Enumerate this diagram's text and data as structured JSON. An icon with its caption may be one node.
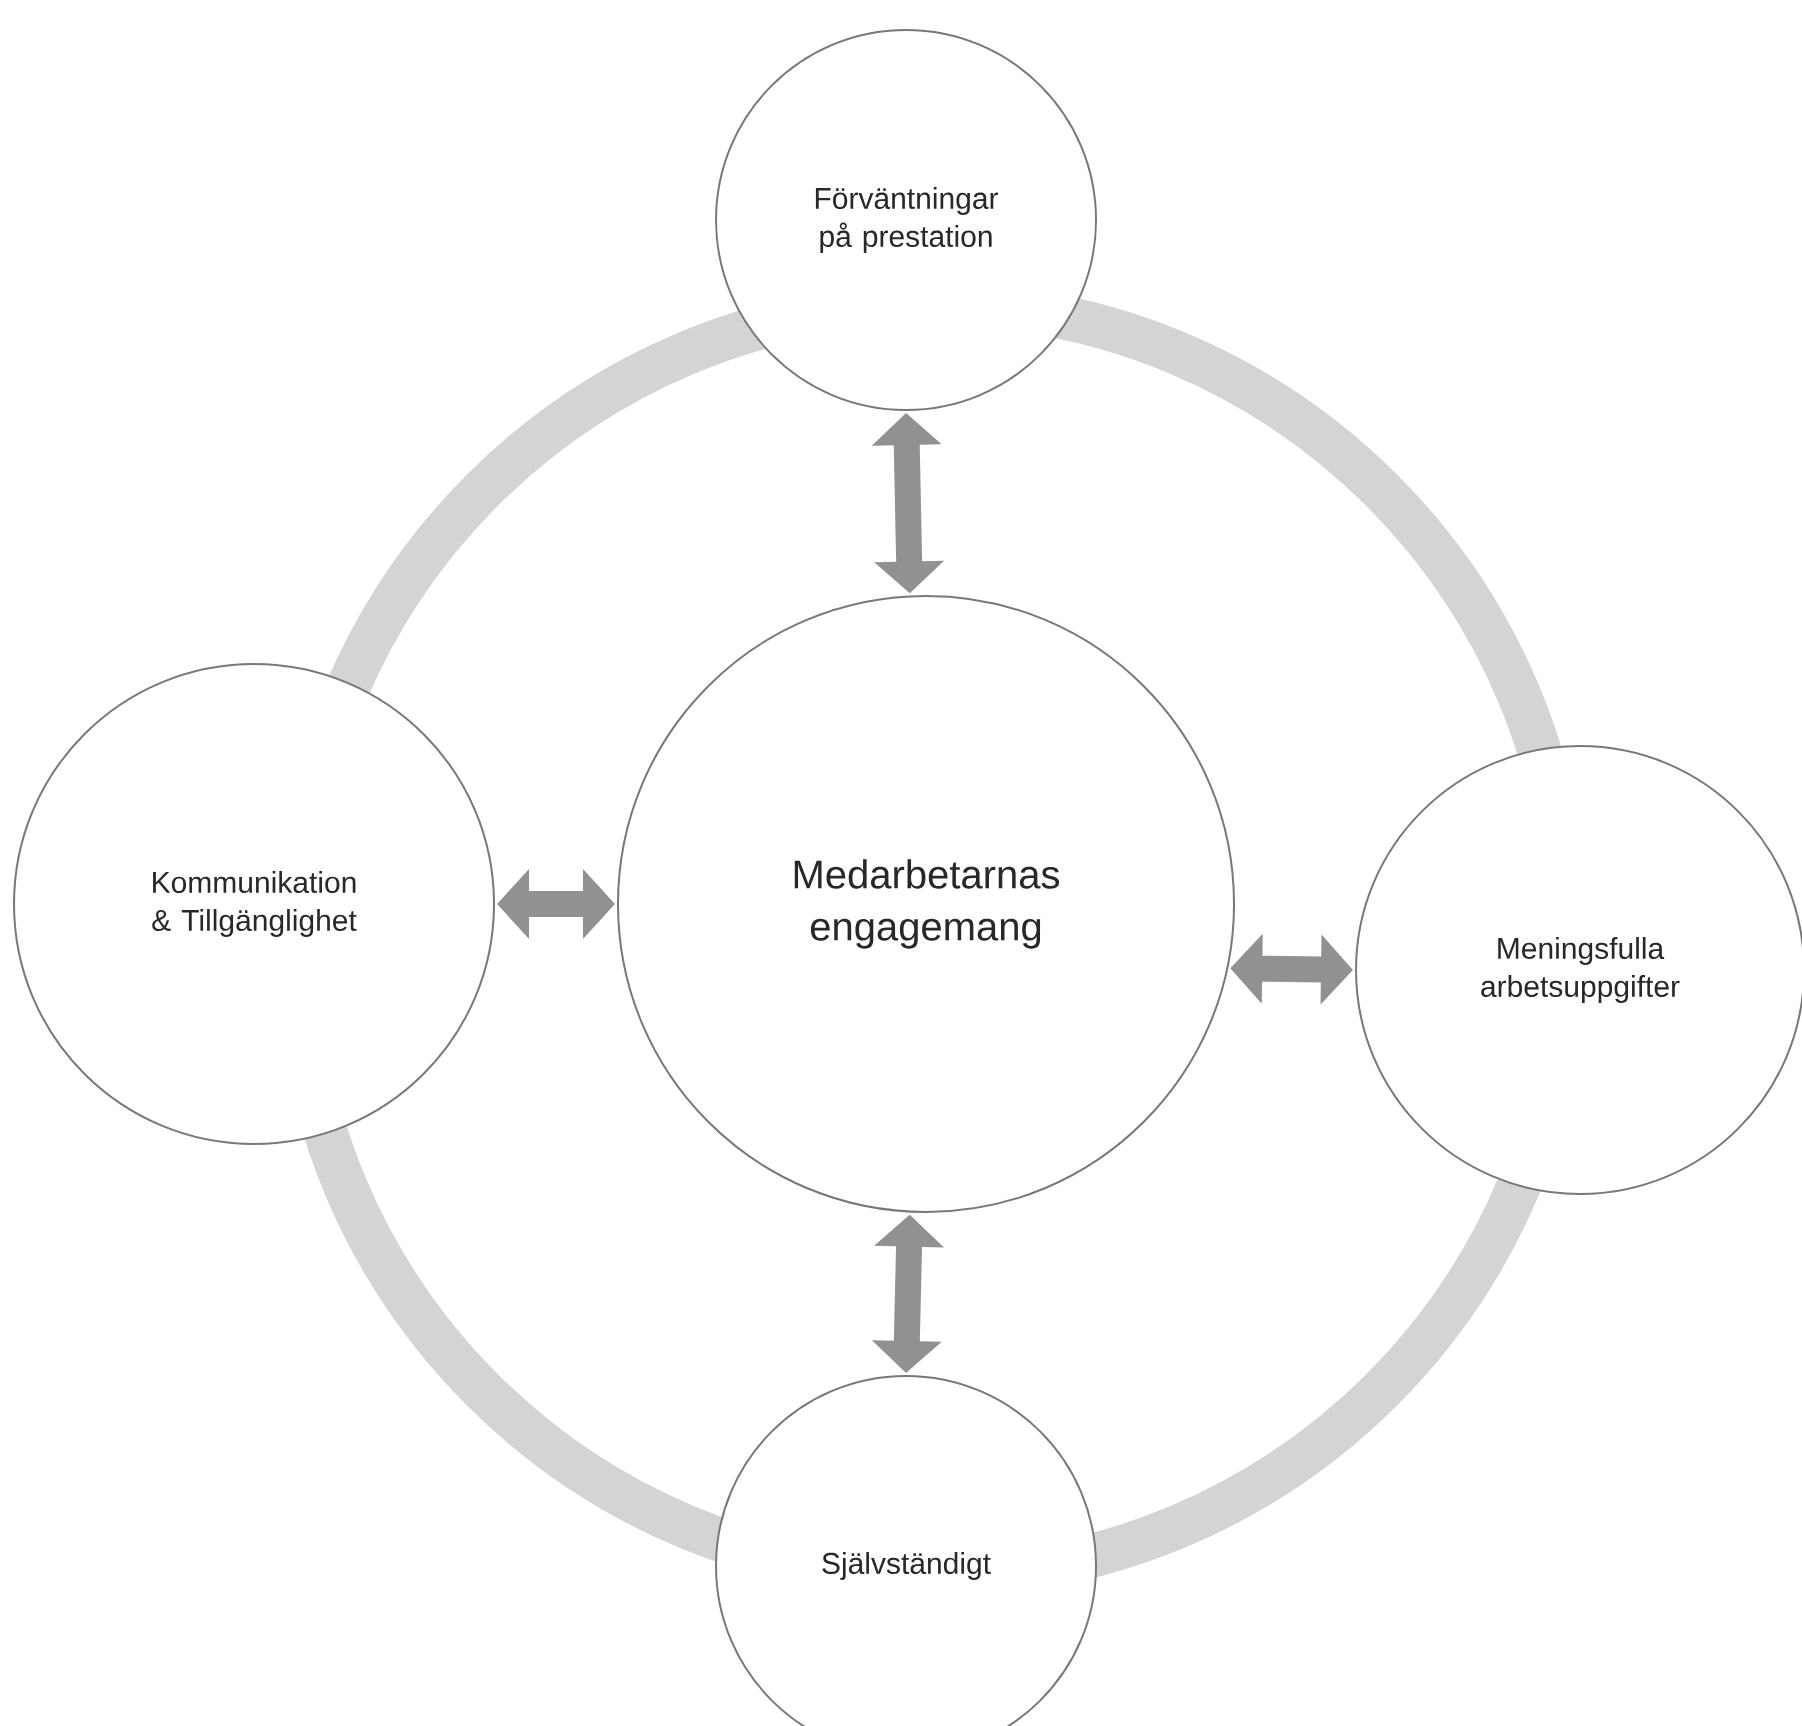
{
  "diagram": {
    "nodes": [
      {
        "text": [
          "Förväntningar på prestation"
        ]
      },
      {
        "text": [
          "Kommunikation & Tillgänglighet"
        ]
      },
      {
        "text": [
          "Medarbetarnas engagemang"
        ]
      },
      {
        "text": [
          "Meningsfulla arbetsuppgifter"
        ]
      },
      {
        "text": [
          "Självständigt"
        ]
      }
    ],
    "edges": [
      {
        "from": 2,
        "to": 0,
        "arrow": "both"
      },
      {
        "from": 1,
        "to": 2,
        "arrow": "both"
      },
      {
        "from": 2,
        "to": 3,
        "arrow": "both"
      },
      {
        "from": 2,
        "to": 4,
        "arrow": "both"
      }
    ]
  }
}
